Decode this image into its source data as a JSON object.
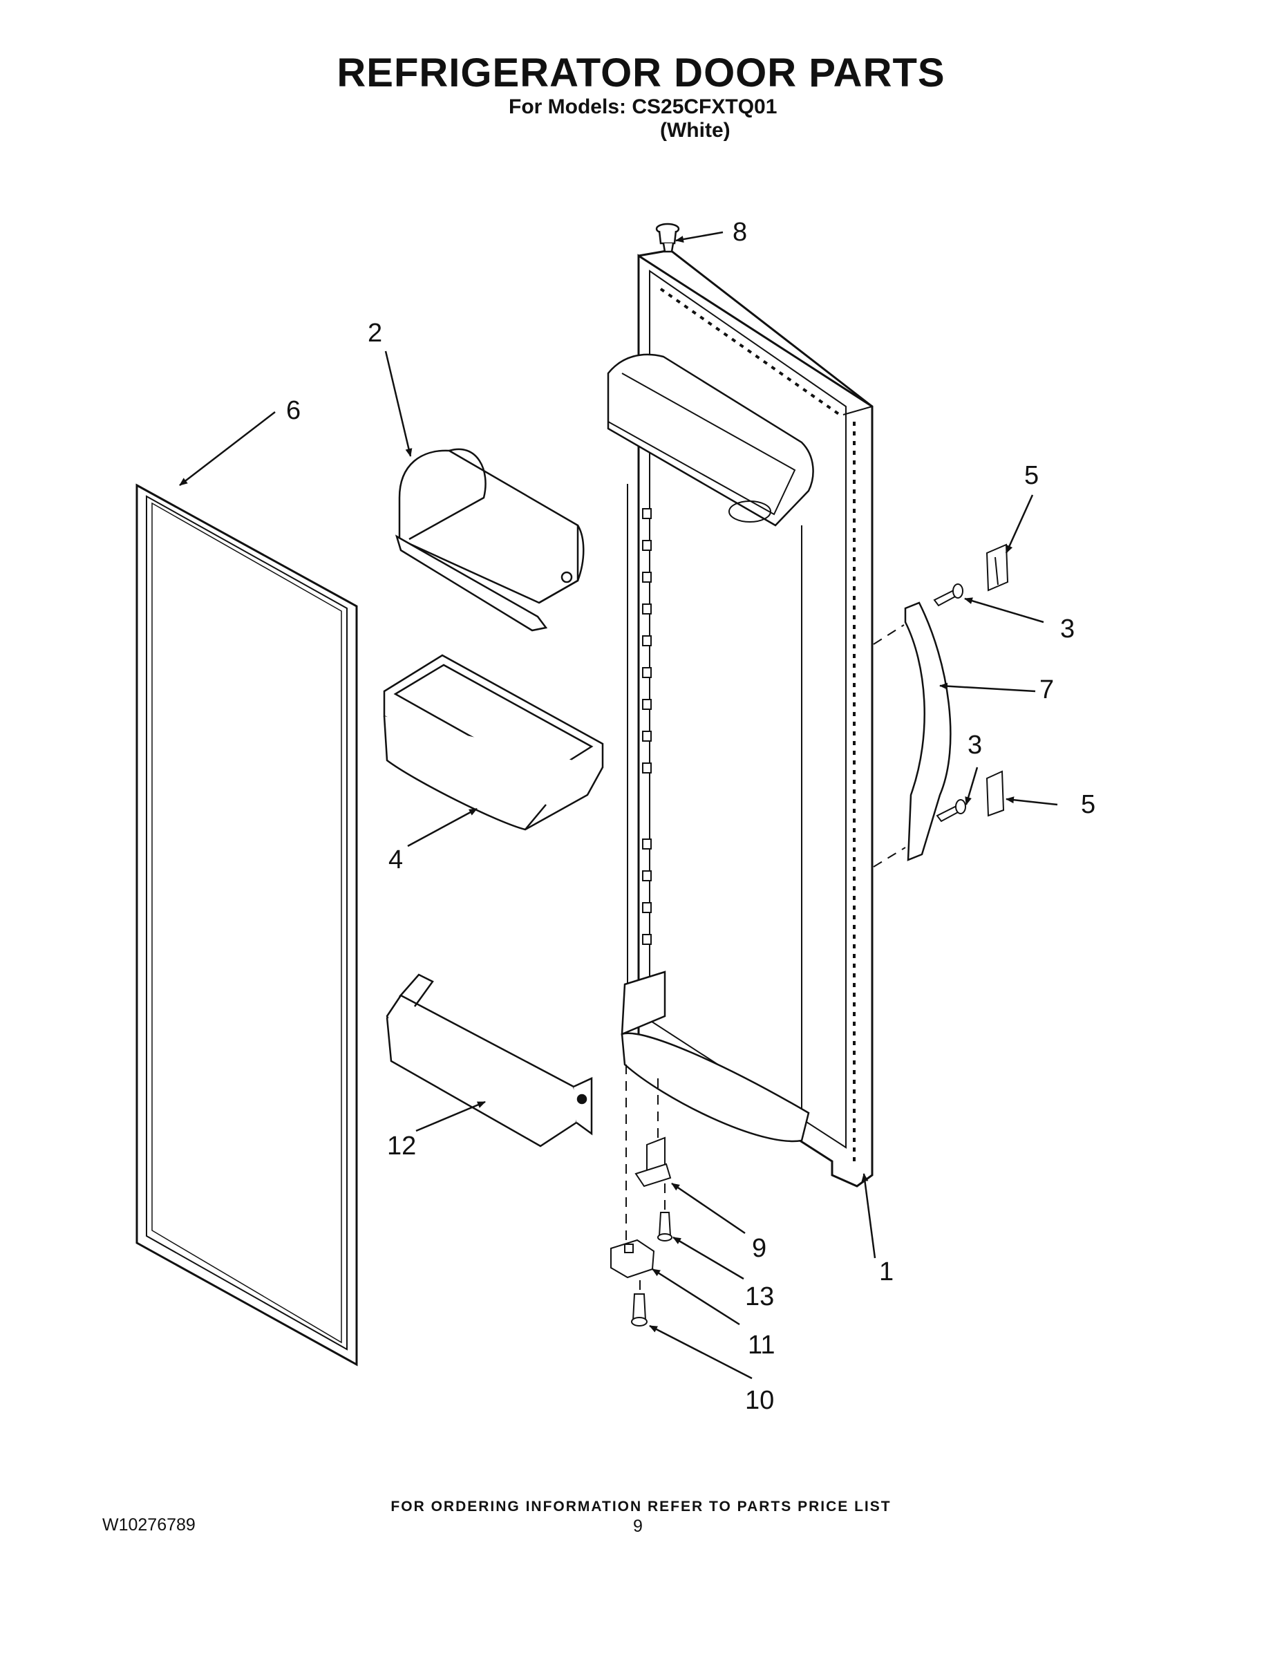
{
  "header": {
    "title": "REFRIGERATOR DOOR PARTS",
    "models_line": "For Models: CS25CFXTQ01",
    "color_line": "(White)"
  },
  "callouts": [
    "1",
    "2",
    "3",
    "3",
    "4",
    "5",
    "5",
    "6",
    "7",
    "8",
    "9",
    "10",
    "11",
    "12",
    "13"
  ],
  "footer": {
    "ordering_note": "FOR ORDERING INFORMATION REFER TO PARTS PRICE LIST",
    "document_number": "W10276789",
    "page_number": "9"
  }
}
